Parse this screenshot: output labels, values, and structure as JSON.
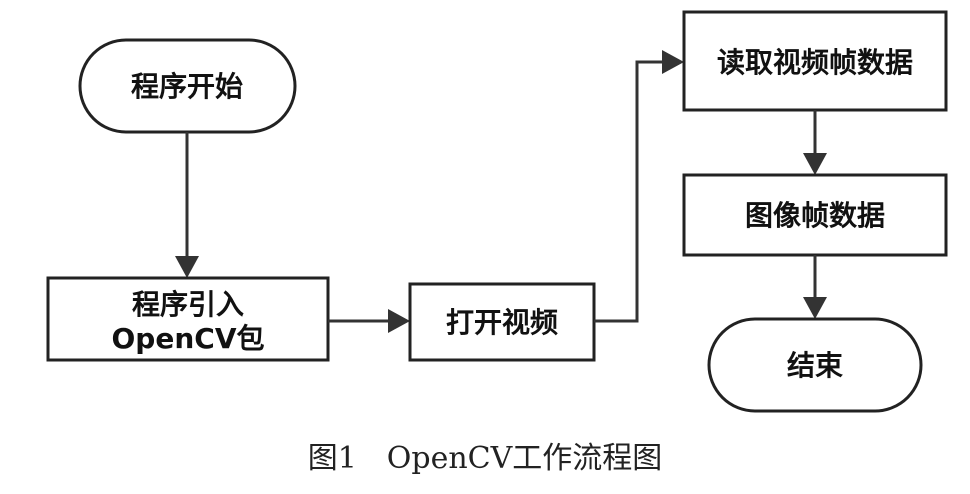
{
  "nodes": {
    "start": "程序开始",
    "import_line1": "程序引入",
    "import_line2": "OpenCV包",
    "open_video": "打开视频",
    "read_frames": "读取视频帧数据",
    "image_frames": "图像帧数据",
    "end": "结束"
  },
  "caption": "图1　OpenCV工作流程图"
}
